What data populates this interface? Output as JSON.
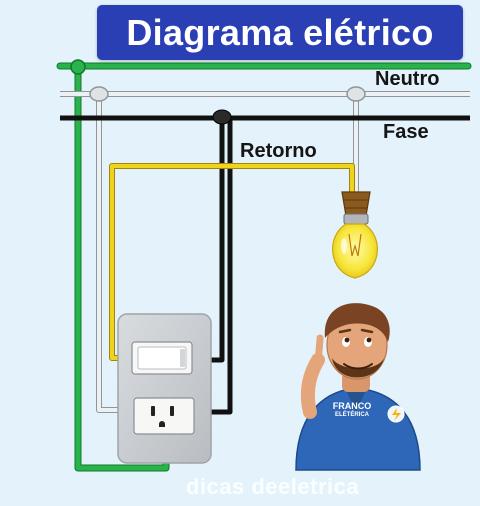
{
  "title": "Diagrama elétrico",
  "labels": {
    "neutro": "Neutro",
    "fase": "Fase",
    "retorno": "Retorno"
  },
  "character": {
    "shirt_line1": "FRANCO",
    "shirt_line2": "ELÉTÉRICA"
  },
  "watermark": "dicas deeletrica",
  "colors": {
    "background": "#e4f3fb",
    "title_bg": "#2b3fb5",
    "ground_wire": "#2ab34a",
    "neutral_wire": "#e9ecef",
    "phase_wire": "#1b1b1b",
    "return_wire": "#f2d31b",
    "bulb": "#f8ec3a",
    "shirt": "#2f67b8"
  }
}
